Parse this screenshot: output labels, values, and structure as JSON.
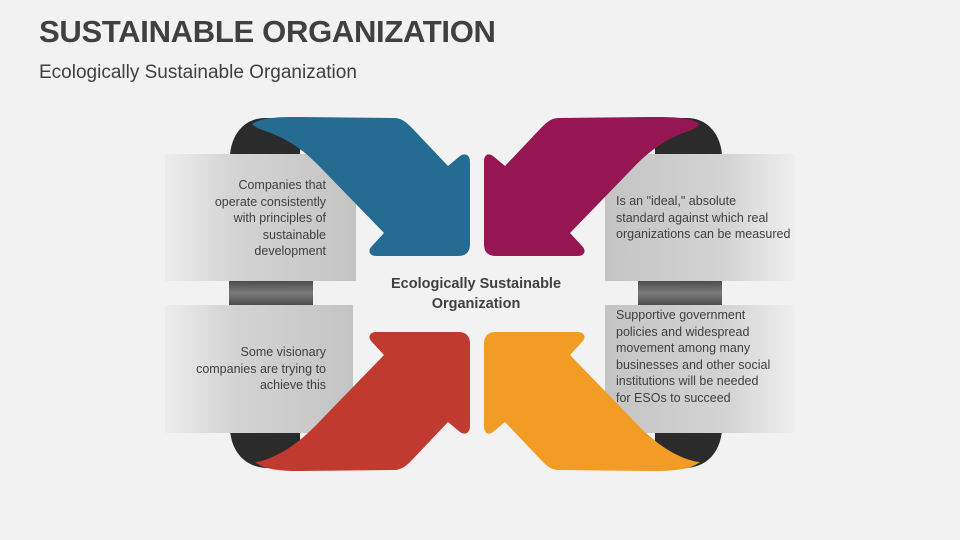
{
  "slide": {
    "title": "SUSTAINABLE ORGANIZATION",
    "subtitle": "Ecologically Sustainable Organization"
  },
  "diagram": {
    "center_label": "Ecologically Sustainable Organization",
    "center_label_line1": "Ecologically Sustainable",
    "center_label_line2": "Organization",
    "items": [
      {
        "position": "top-left",
        "arrow_color": "#256b92",
        "arrow_icon": "arrow-down-right-icon",
        "text": "Companies that operate consistently with principles of sustainable development",
        "lines": [
          "Companies that",
          "operate consistently",
          "with principles of",
          "sustainable",
          "development"
        ]
      },
      {
        "position": "top-right",
        "arrow_color": "#961553",
        "arrow_icon": "arrow-down-left-icon",
        "text": "Is an \"ideal,\" absolute standard against which real organizations can be measured",
        "lines": [
          "Is an \"ideal,\" absolute",
          "standard against which real",
          "organizations can be measured"
        ]
      },
      {
        "position": "bottom-left",
        "arrow_color": "#c03a2f",
        "arrow_icon": "arrow-up-right-icon",
        "text": "Some visionary companies are trying to achieve this",
        "lines": [
          "Some visionary",
          "companies are trying to",
          "achieve this"
        ]
      },
      {
        "position": "bottom-right",
        "arrow_color": "#f29c26",
        "arrow_icon": "arrow-up-left-icon",
        "text": "Supportive government policies and widespread movement among many businesses and other social institutions will be needed for ESOs to succeed",
        "lines": [
          "Supportive government",
          "policies and widespread",
          "movement among many",
          "businesses and other social",
          "institutions will be needed",
          "for ESOs to succeed"
        ]
      }
    ]
  }
}
